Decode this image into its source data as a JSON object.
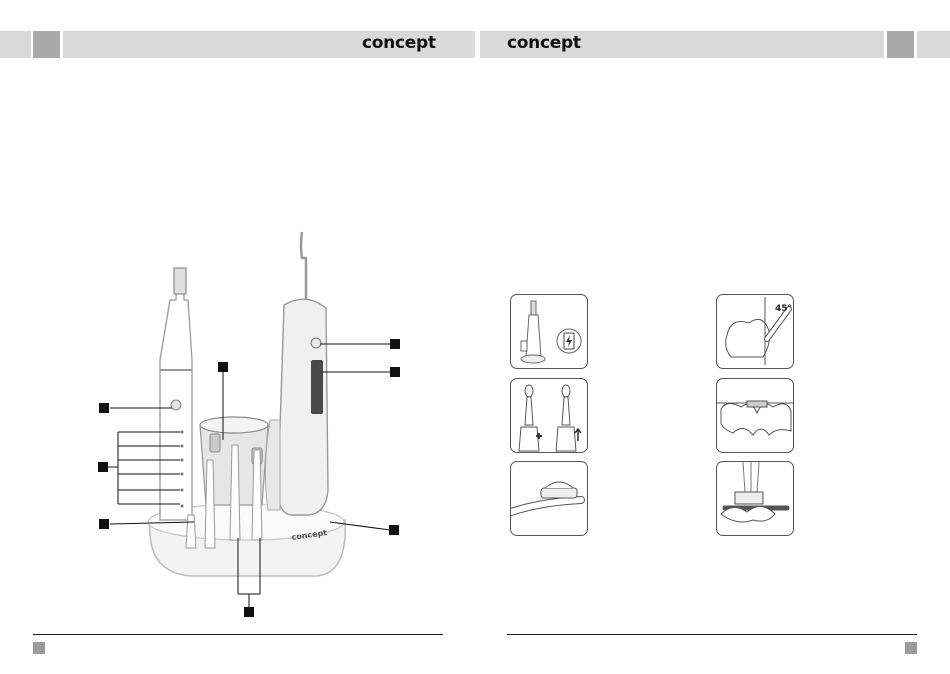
{
  "header": {
    "brand_left": "concept",
    "brand_right": "concept"
  },
  "product_label": "concept",
  "callout_markers": [
    "m1",
    "m2",
    "m3",
    "m4",
    "m5",
    "m6",
    "m7",
    "m8"
  ],
  "icons": [
    "toothbrush-charger-icon",
    "battery-charge-icon",
    "brush-head-attach-icon",
    "brush-head-remove-icon",
    "toothpaste-icon",
    "brushing-45-degree-icon",
    "brushing-teeth-icon",
    "rinse-brush-icon"
  ],
  "step_angle_label": "45°"
}
